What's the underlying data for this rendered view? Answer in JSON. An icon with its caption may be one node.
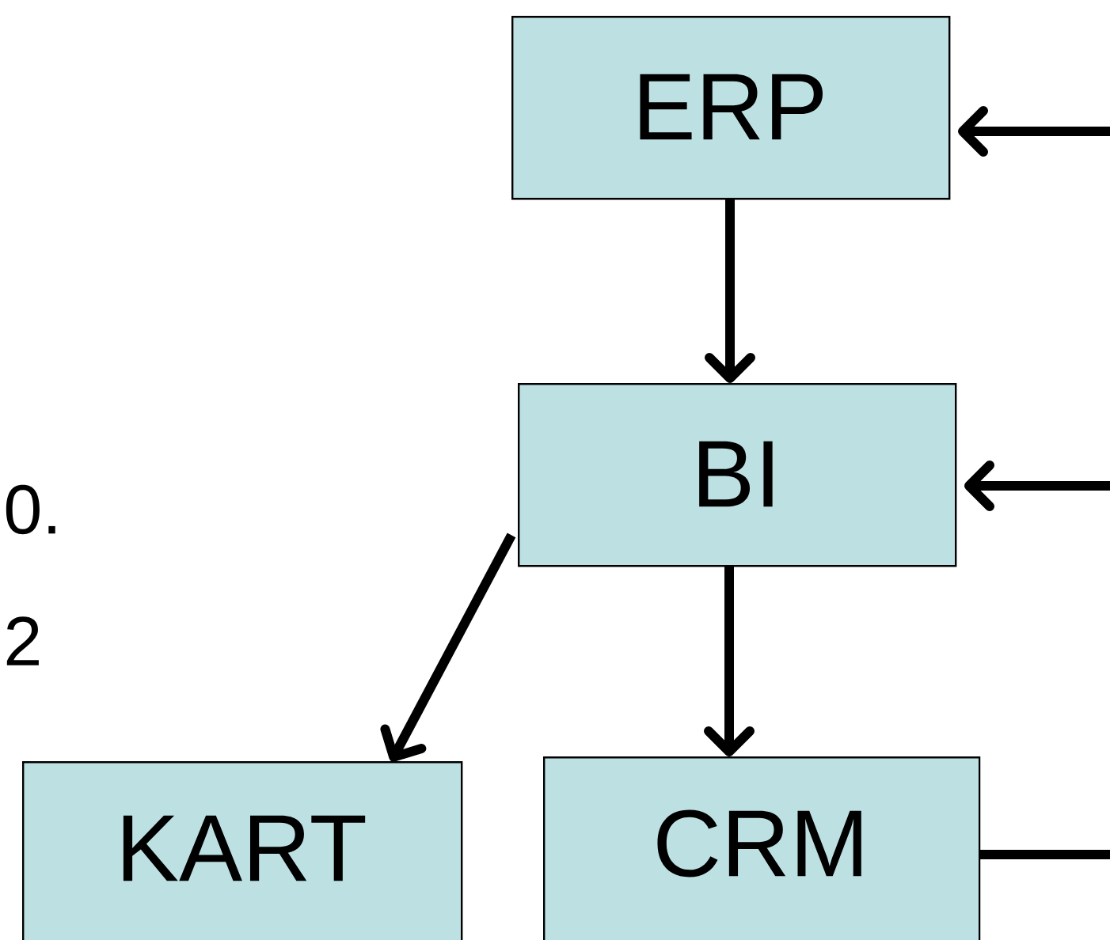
{
  "diagram": {
    "nodes": [
      {
        "text": [
          "ERP"
        ]
      },
      {
        "text": [
          "BI"
        ]
      },
      {
        "text": [
          "KART"
        ]
      },
      {
        "text": [
          "CRM"
        ]
      }
    ],
    "edges": [
      {
        "from": 0,
        "to": 1,
        "arrow": "to"
      },
      {
        "from": 1,
        "to": 2,
        "arrow": "to"
      },
      {
        "from": 1,
        "to": 3,
        "arrow": "to"
      },
      {
        "from": null,
        "to": 0,
        "arrow": "to"
      },
      {
        "from": null,
        "to": 1,
        "arrow": "to"
      },
      {
        "from": 3,
        "to": null,
        "arrow": "none"
      }
    ],
    "labels": [
      "0.",
      "2"
    ]
  }
}
